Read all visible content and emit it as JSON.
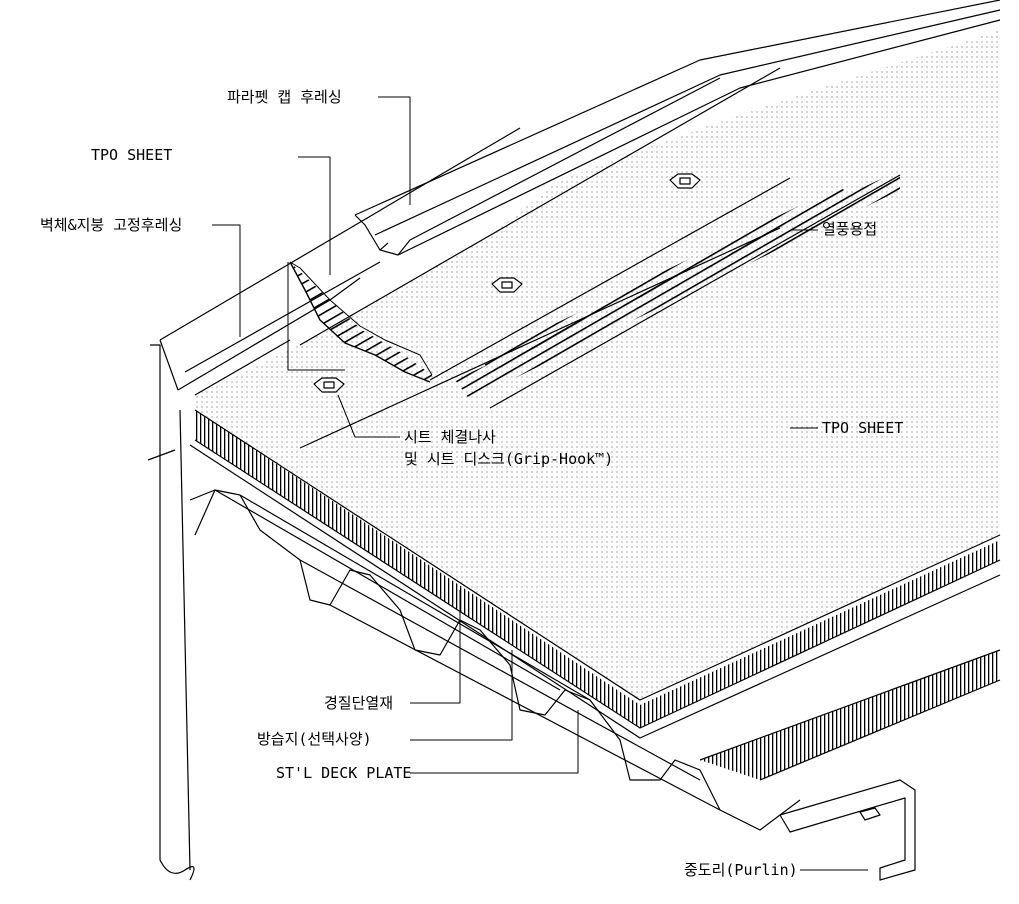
{
  "labels": {
    "parapet_cap": "파라펫 캡 후레싱",
    "tpo_sheet_top": "TPO SHEET",
    "wall_roof_flashing": "벽체&지붕 고정후레싱",
    "hot_air_weld": "열풍용접",
    "tpo_sheet_right": "TPO SHEET",
    "sheet_screw_line1": "시트 체결나사",
    "sheet_screw_line2": "및 시트 디스크(Grip-Hook™)",
    "insulation": "경질단열재",
    "vapor_barrier": "방습지(선택사양)",
    "deck_plate": "ST'L DECK PLATE",
    "purlin": "중도리(Purlin)"
  },
  "colors": {
    "line": "#000000",
    "dot": "#555555",
    "background": "#ffffff"
  }
}
